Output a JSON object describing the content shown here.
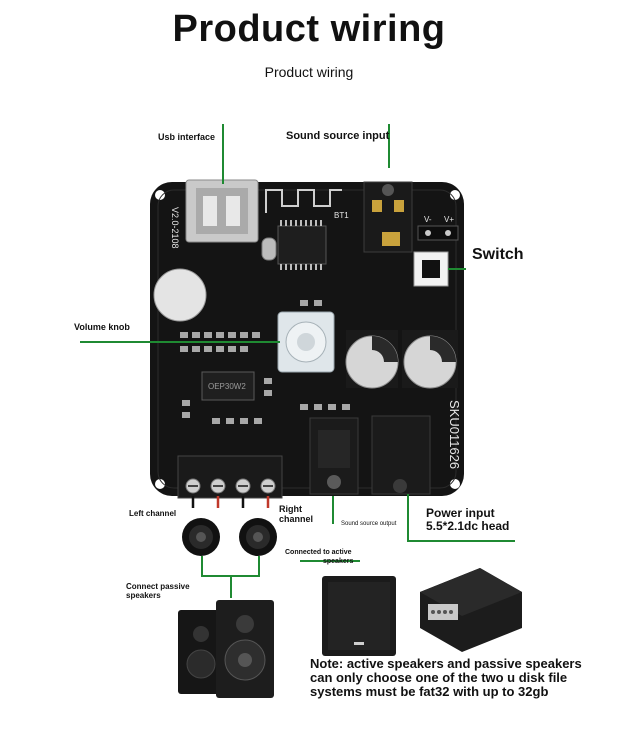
{
  "header": {
    "title": "Product wiring",
    "subtitle": "Product wiring"
  },
  "labels": {
    "usb_interface": "Usb interface",
    "sound_source_input": "Sound source input",
    "switch": "Switch",
    "volume_knob": "Volume knob",
    "left_channel": "Left channel",
    "right_channel_line1": "Right",
    "right_channel_line2": "channel",
    "sound_source_output": "Sound source output",
    "power_input_line1": "Power input",
    "power_input_line2": "5.5*2.1dc head",
    "connected_active_line1": "Connected to active",
    "connected_active_line2": "speakers",
    "connect_passive_line1": "Connect passive",
    "connect_passive_line2": "speakers"
  },
  "board": {
    "sku_text": "SKU011626",
    "version_text": "V2.0-2108",
    "bt_text": "BT1",
    "chip_text": "OEP30W2",
    "pin_labels": [
      "V-",
      "V+"
    ]
  },
  "note": {
    "line1": "Note: active speakers and passive speakers",
    "line2": "can only choose one of the two u disk file",
    "line3": "systems must be fat32 with up to 32gb"
  },
  "colors": {
    "wire": "#1f8a32",
    "board": "#141414",
    "board_text": "#e6e6e6"
  }
}
